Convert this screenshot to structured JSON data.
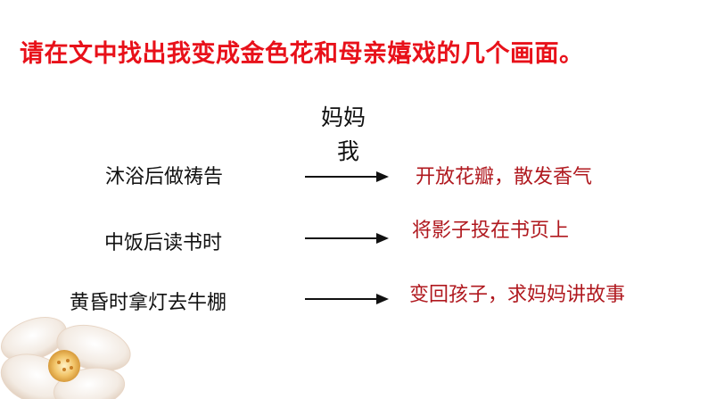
{
  "title": "请在文中找出我变成金色花和母亲嬉戏的几个画面。",
  "header": {
    "mother": "妈妈",
    "me": "我"
  },
  "rows": [
    {
      "left": "沐浴后做祷告",
      "right": "开放花瓣，散发香气"
    },
    {
      "left": "中饭后读书时",
      "right": "将影子投在书页上"
    },
    {
      "left": "黄昏时拿灯去牛棚",
      "right": "变回孩子，求妈妈讲故事"
    }
  ],
  "colors": {
    "title": "#e8111a",
    "answer": "#b0191f",
    "text": "#111111"
  },
  "decoration": "flower-icon"
}
